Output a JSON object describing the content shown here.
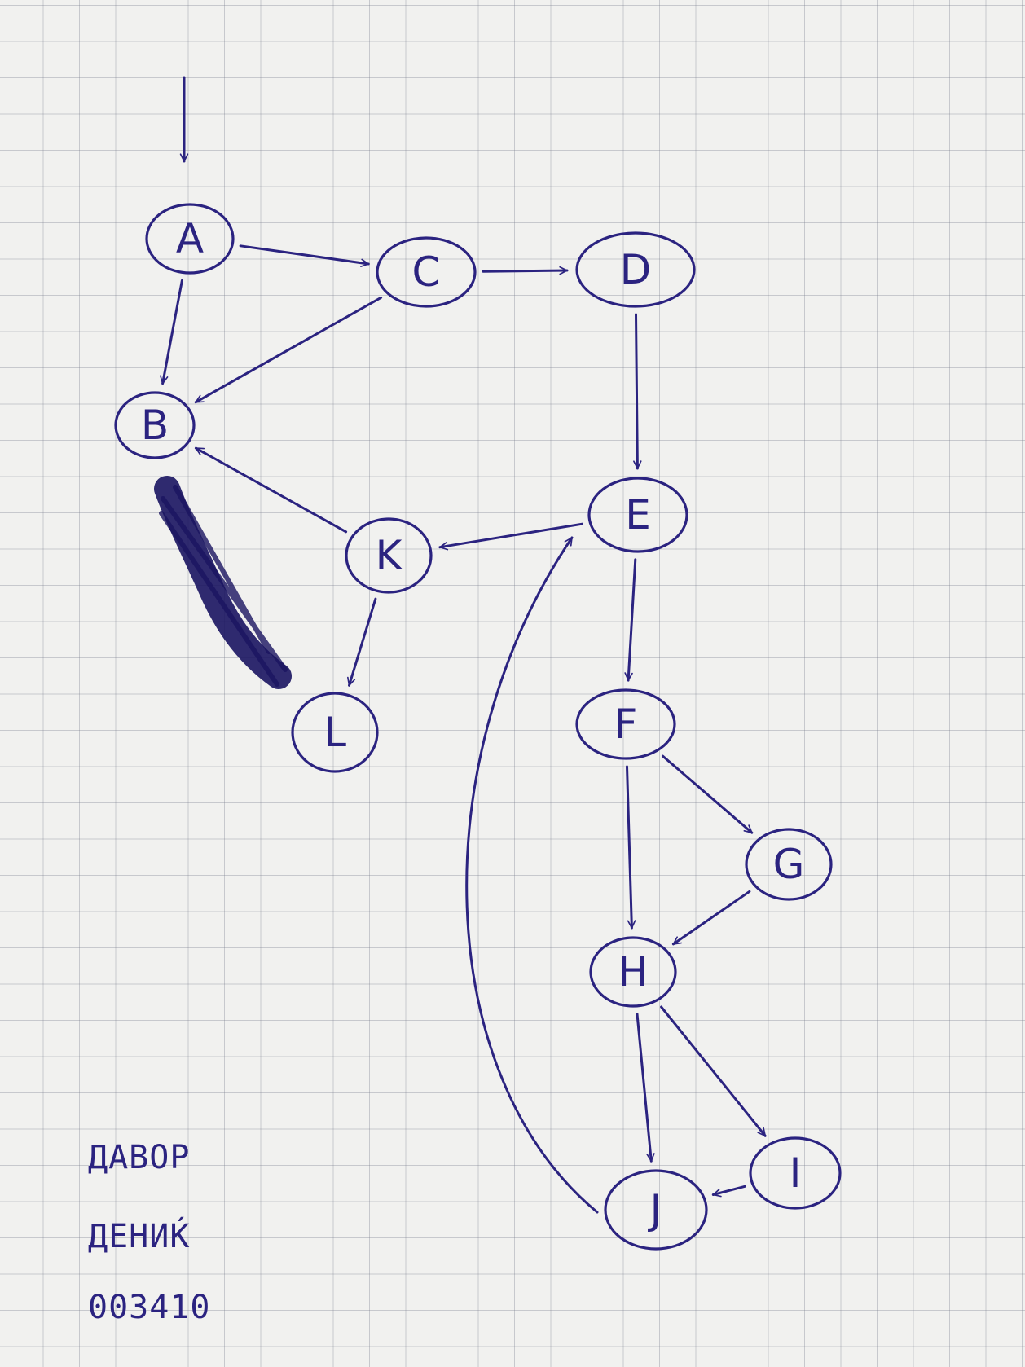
{
  "diagram": {
    "ink_color": "#2b2380",
    "paper_color": "#f1f1ef",
    "nodes": [
      {
        "id": "A",
        "label": "A"
      },
      {
        "id": "B",
        "label": "B"
      },
      {
        "id": "C",
        "label": "C"
      },
      {
        "id": "D",
        "label": "D"
      },
      {
        "id": "E",
        "label": "E"
      },
      {
        "id": "F",
        "label": "F"
      },
      {
        "id": "G",
        "label": "G"
      },
      {
        "id": "H",
        "label": "H"
      },
      {
        "id": "I",
        "label": "I"
      },
      {
        "id": "J",
        "label": "J"
      },
      {
        "id": "K",
        "label": "K"
      },
      {
        "id": "L",
        "label": "L"
      }
    ],
    "edges": [
      {
        "from": "start",
        "to": "A"
      },
      {
        "from": "A",
        "to": "C"
      },
      {
        "from": "A",
        "to": "B"
      },
      {
        "from": "C",
        "to": "D"
      },
      {
        "from": "C",
        "to": "B"
      },
      {
        "from": "D",
        "to": "E"
      },
      {
        "from": "E",
        "to": "K"
      },
      {
        "from": "E",
        "to": "F"
      },
      {
        "from": "K",
        "to": "B"
      },
      {
        "from": "K",
        "to": "L"
      },
      {
        "from": "F",
        "to": "G"
      },
      {
        "from": "F",
        "to": "H"
      },
      {
        "from": "G",
        "to": "H"
      },
      {
        "from": "H",
        "to": "J"
      },
      {
        "from": "H",
        "to": "I"
      },
      {
        "from": "I",
        "to": "J"
      },
      {
        "from": "J",
        "to": "E"
      }
    ]
  },
  "notes": {
    "name": "ДАВОР",
    "surname": "ДЕНИЌ",
    "id_number": "003410"
  }
}
